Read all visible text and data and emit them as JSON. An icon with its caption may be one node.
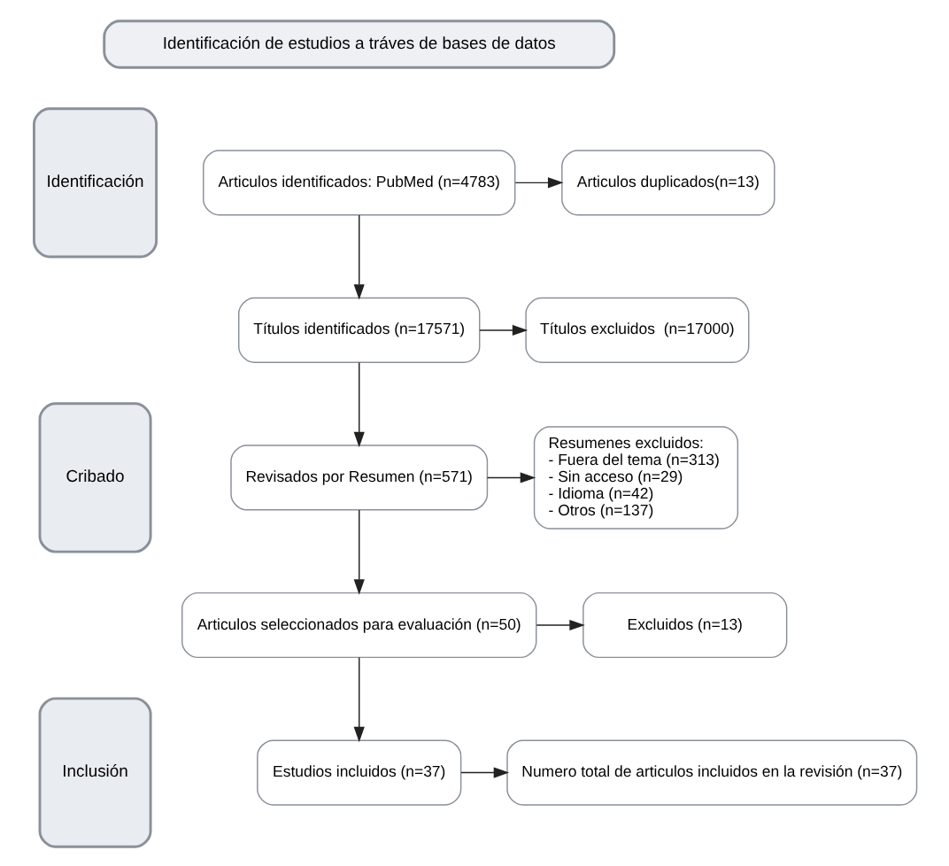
{
  "diagram": {
    "nodes": [
      {
        "text": [
          "Identificación"
        ]
      },
      {
        "text": [
          "Cribado"
        ]
      },
      {
        "text": [
          "Inclusión"
        ]
      },
      {
        "text": [
          "Identificación de estudios a tráves de bases de datos"
        ]
      },
      {
        "text": [
          "Articulos identificados: PubMed (n=4783)"
        ]
      },
      {
        "text": [
          "Articulos duplicados(n=13)"
        ]
      },
      {
        "text": [
          "Títulos identificados (n=17571)"
        ]
      },
      {
        "text": [
          "Títulos excluidos  (n=17000)"
        ]
      },
      {
        "text": [
          "Revisados por Resumen (n=571)"
        ]
      },
      {
        "text": [
          "Resumenes excluidos:",
          "- Fuera del tema (n=313)",
          "- Sin acceso (n=29)",
          "- Idioma (n=42)",
          "- Otros (n=137)"
        ]
      },
      {
        "text": [
          "Articulos seleccionados para evaluación (n=50)"
        ]
      },
      {
        "text": [
          "Excluidos (n=13)"
        ]
      },
      {
        "text": [
          "Estudios incluidos (n=37)"
        ]
      },
      {
        "text": [
          "Numero total de articulos incluidos en la revisión (n=37)"
        ]
      }
    ],
    "edges": [
      {
        "from": 4,
        "to": 5,
        "arrow": "to"
      },
      {
        "from": 4,
        "to": 6,
        "arrow": "to"
      },
      {
        "from": 6,
        "to": 7,
        "arrow": "to"
      },
      {
        "from": 6,
        "to": 8,
        "arrow": "to"
      },
      {
        "from": 8,
        "to": 9,
        "arrow": "to"
      },
      {
        "from": 8,
        "to": 10,
        "arrow": "to"
      },
      {
        "from": 10,
        "to": 11,
        "arrow": "to"
      },
      {
        "from": 10,
        "to": 12,
        "arrow": "to"
      },
      {
        "from": 12,
        "to": 13,
        "arrow": "to"
      }
    ]
  }
}
